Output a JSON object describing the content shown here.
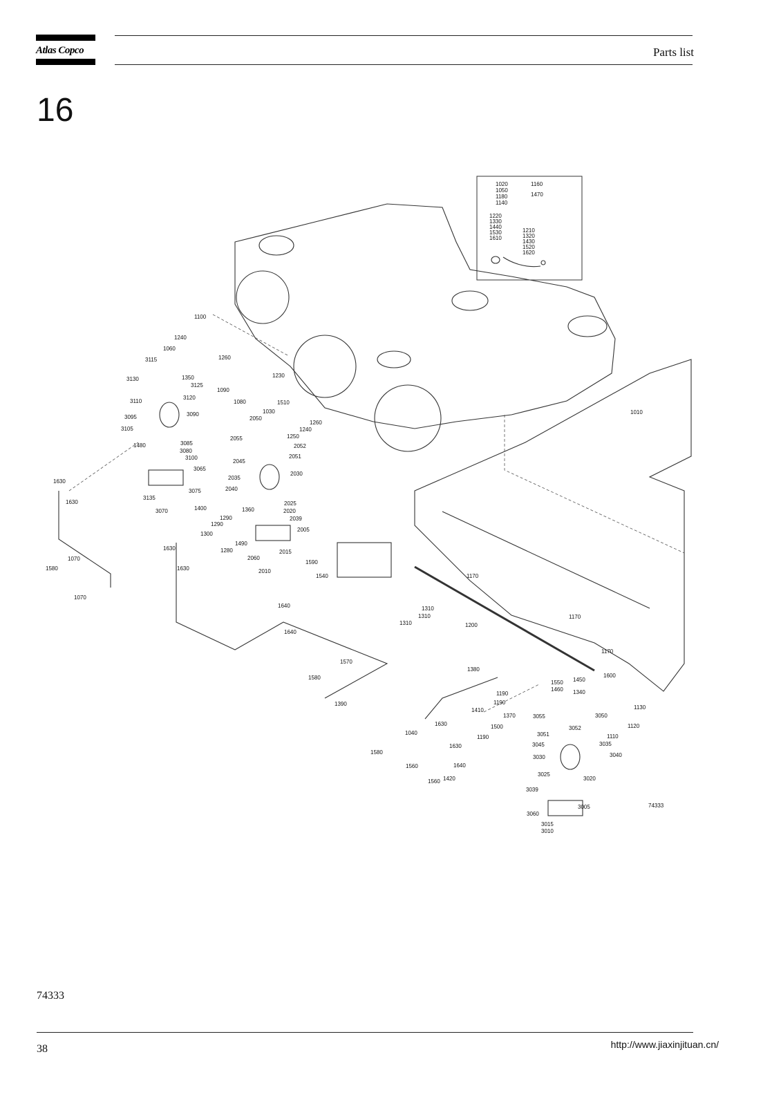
{
  "header": {
    "brand": "Atlas Copco",
    "title": "Parts list",
    "section_number": "16"
  },
  "drawing": {
    "drawing_id": "74333",
    "inset_top_labels": [
      "1020",
      "1050",
      "1180",
      "1140"
    ],
    "inset_top_right_labels": [
      "1160",
      "1470"
    ],
    "inset_left_labels": [
      "1220",
      "1330",
      "1440",
      "1530",
      "1610"
    ],
    "inset_right_labels": [
      "1210",
      "1320",
      "1430",
      "1520",
      "1620"
    ],
    "callouts": [
      "1100",
      "1240",
      "1060",
      "3115",
      "1260",
      "3130",
      "1350",
      "3125",
      "3120",
      "3110",
      "3090",
      "3095",
      "3105",
      "3085",
      "3080",
      "1480",
      "3100",
      "3065",
      "3135",
      "3075",
      "3070",
      "1630",
      "1630",
      "1070",
      "1580",
      "1070",
      "1230",
      "1090",
      "1080",
      "1510",
      "1030",
      "2050",
      "1260",
      "1240",
      "2055",
      "1250",
      "2052",
      "2051",
      "2045",
      "2030",
      "2035",
      "2040",
      "2025",
      "2020",
      "1360",
      "2039",
      "1400",
      "1290",
      "1290",
      "2005",
      "1300",
      "1490",
      "1280",
      "2015",
      "2060",
      "2010",
      "1630",
      "1630",
      "1010",
      "1590",
      "1540",
      "1170",
      "1310",
      "1310",
      "1310",
      "1200",
      "1170",
      "1170",
      "1640",
      "1640",
      "1570",
      "1580",
      "1390",
      "1380",
      "1550",
      "1450",
      "1460",
      "1340",
      "1600",
      "1190",
      "1130",
      "1190",
      "1410",
      "3055",
      "3050",
      "1370",
      "1630",
      "1500",
      "1120",
      "1040",
      "3051",
      "3052",
      "1110",
      "1190",
      "3045",
      "3035",
      "1580",
      "1630",
      "3030",
      "3040",
      "1560",
      "1640",
      "3025",
      "3020",
      "1560",
      "1420",
      "3039",
      "3005",
      "3060",
      "3015",
      "3010"
    ]
  },
  "footer": {
    "reference": "74333",
    "page_number": "38",
    "url": "http://www.jiaxinjituan.cn/"
  }
}
